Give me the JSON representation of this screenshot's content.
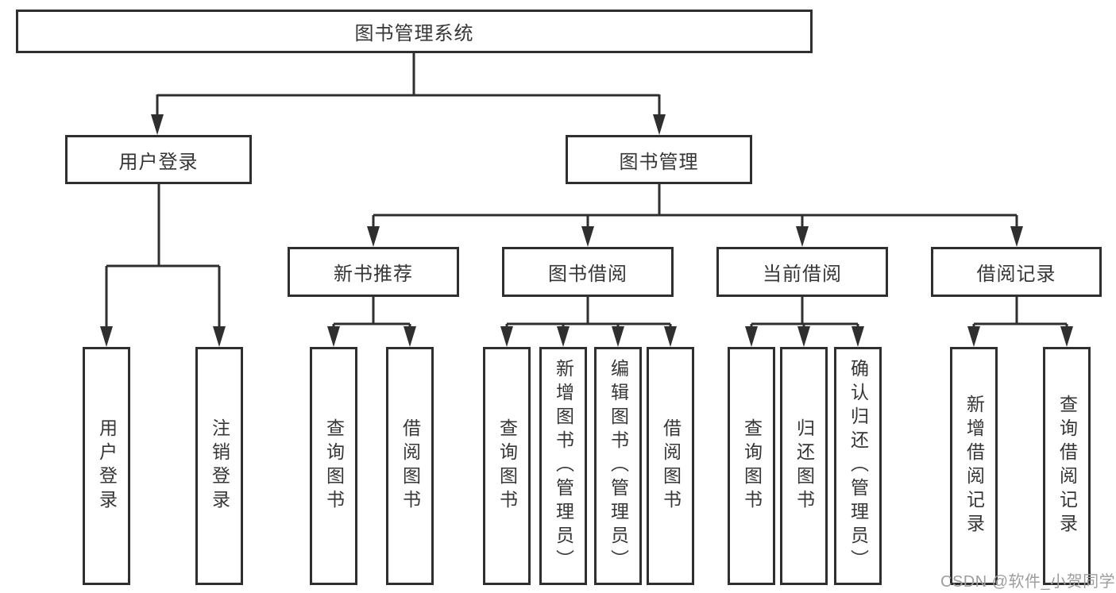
{
  "diagram": {
    "root": {
      "label": "图书管理系统"
    },
    "level2": [
      {
        "label": "用户登录",
        "children": [
          {
            "label": "用户登录"
          },
          {
            "label": "注销登录"
          }
        ]
      },
      {
        "label": "图书管理",
        "children": [
          {
            "label": "新书推荐",
            "children": [
              {
                "label": "查询图书"
              },
              {
                "label": "借阅图书"
              }
            ]
          },
          {
            "label": "图书借阅",
            "children": [
              {
                "label": "查询图书"
              },
              {
                "label": "新增图书（管理员）"
              },
              {
                "label": "编辑图书（管理员）"
              },
              {
                "label": "借阅图书"
              }
            ]
          },
          {
            "label": "当前借阅",
            "children": [
              {
                "label": "查询图书"
              },
              {
                "label": "归还图书"
              },
              {
                "label": "确认归还（管理员）"
              }
            ]
          },
          {
            "label": "借阅记录",
            "children": [
              {
                "label": "新增借阅记录"
              },
              {
                "label": "查询借阅记录"
              }
            ]
          }
        ]
      }
    ]
  },
  "watermark": {
    "text": "CSDN @软件_小贺同学",
    "color": "#9e9e9e"
  },
  "colors": {
    "line": "#2f2f2f",
    "text": "#363636",
    "box_background": "#ffffff"
  }
}
